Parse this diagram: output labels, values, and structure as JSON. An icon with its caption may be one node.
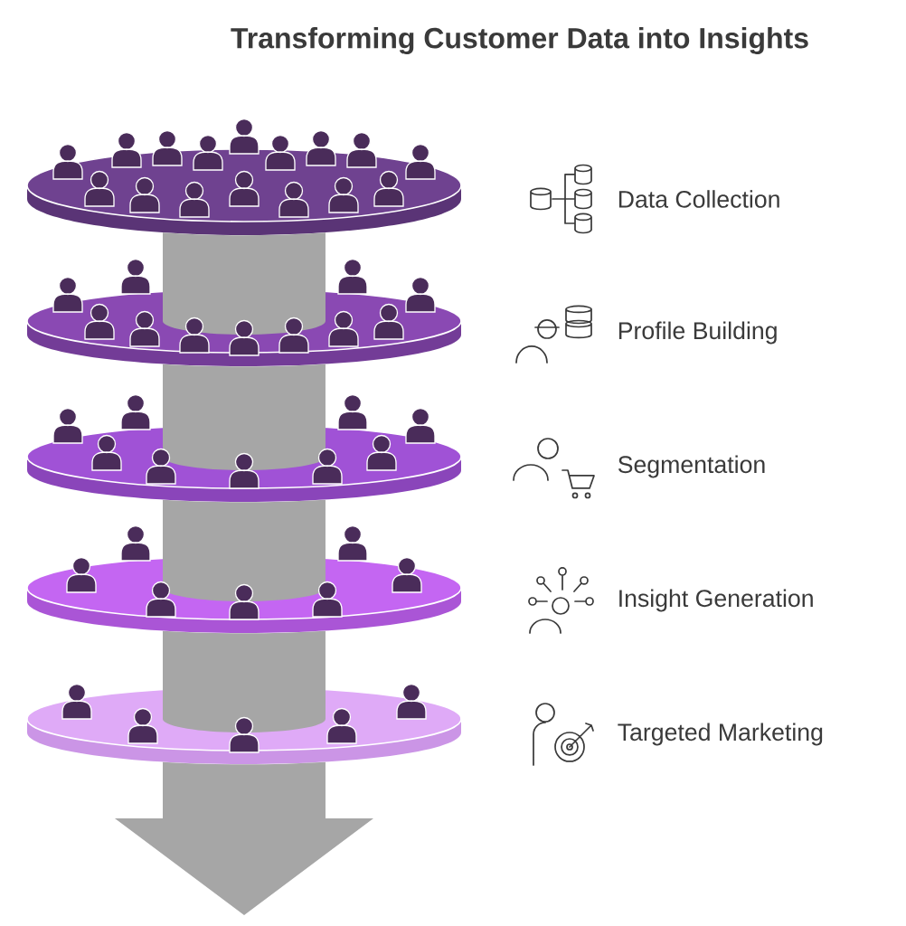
{
  "diagram": {
    "title": "Transforming Customer Data into Insights",
    "nodes": [
      {
        "text": [],
        "shape": "cylinder"
      },
      {
        "text": [],
        "shape": "cylinder"
      },
      {
        "text": [],
        "shape": "cylinder"
      },
      {
        "text": [],
        "shape": "cylinder"
      },
      {
        "text": [],
        "shape": "cylinder"
      }
    ],
    "labels": [
      "Data Collection",
      "Profile Building",
      "Segmentation",
      "Insight Generation",
      "Targeted Marketing"
    ],
    "edges": [
      {
        "from": 0,
        "to": 1,
        "arrow": "none"
      },
      {
        "from": 1,
        "to": 2,
        "arrow": "none"
      },
      {
        "from": 2,
        "to": 3,
        "arrow": "none"
      },
      {
        "from": 3,
        "to": 4,
        "arrow": "none"
      },
      {
        "from": 4,
        "to": null,
        "arrow": "to"
      }
    ]
  }
}
